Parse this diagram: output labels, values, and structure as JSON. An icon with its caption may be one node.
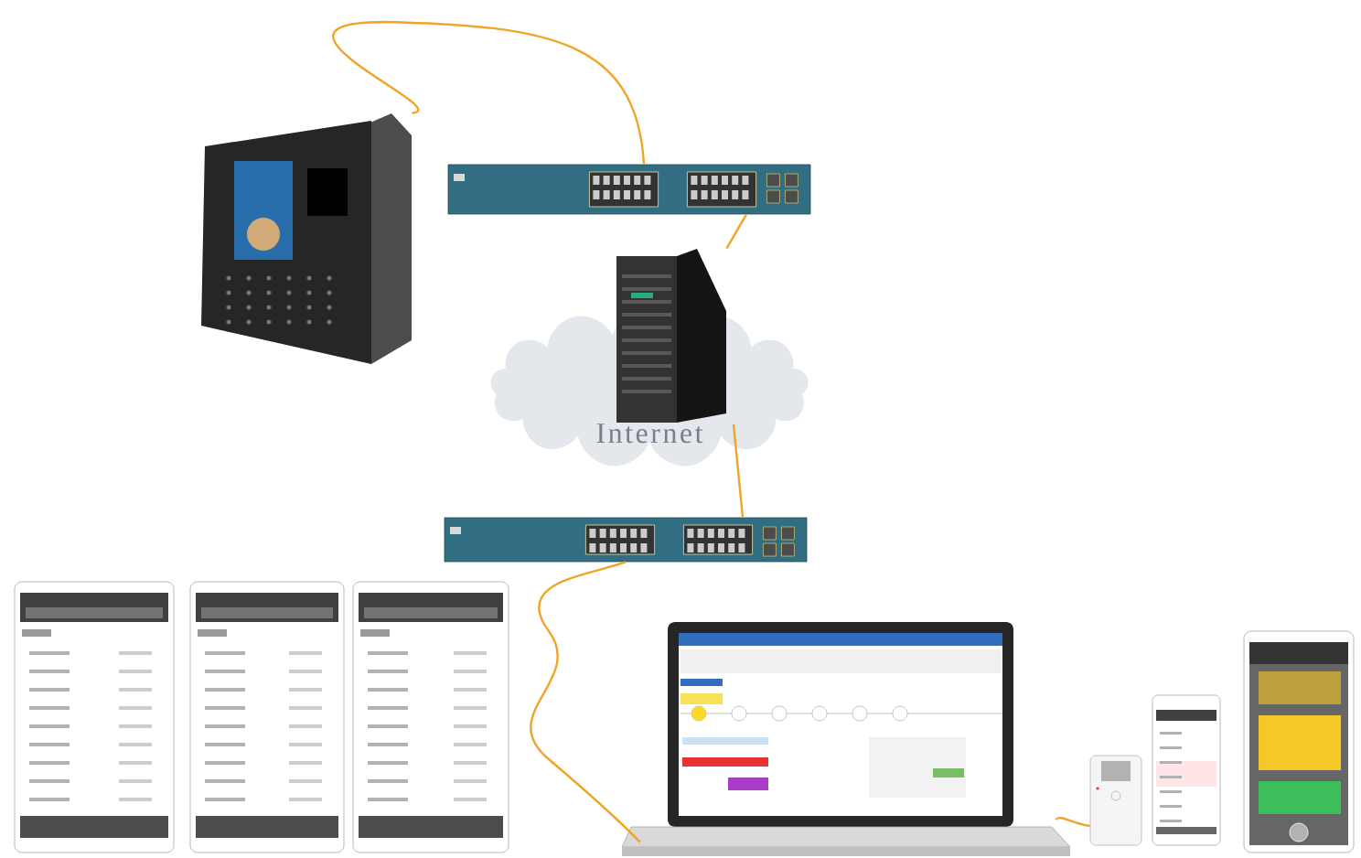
{
  "diagram": {
    "nodes": [
      {
        "text": [],
        "shape": "picture"
      },
      {
        "text": [],
        "shape": "picture"
      },
      {
        "text": [
          "Internet"
        ]
      },
      {
        "text": [],
        "shape": "picture"
      },
      {
        "text": [],
        "shape": "picture"
      },
      {
        "text": [],
        "shape": "picture"
      },
      {
        "text": [],
        "shape": "picture"
      },
      {
        "text": [],
        "shape": "picture"
      },
      {
        "text": [],
        "shape": "picture"
      },
      {
        "text": [],
        "shape": "picture"
      },
      {
        "text": [],
        "shape": "picture"
      },
      {
        "text": [],
        "shape": "picture"
      }
    ],
    "edges": [
      {
        "from": 0,
        "to": 1,
        "arrow": "none"
      },
      {
        "from": 1,
        "to": 3,
        "arrow": "none"
      },
      {
        "from": 2,
        "to": 4,
        "arrow": "none"
      },
      {
        "from": 4,
        "to": 8,
        "arrow": "none"
      },
      {
        "from": 9,
        "to": 8,
        "arrow": "none"
      }
    ]
  }
}
